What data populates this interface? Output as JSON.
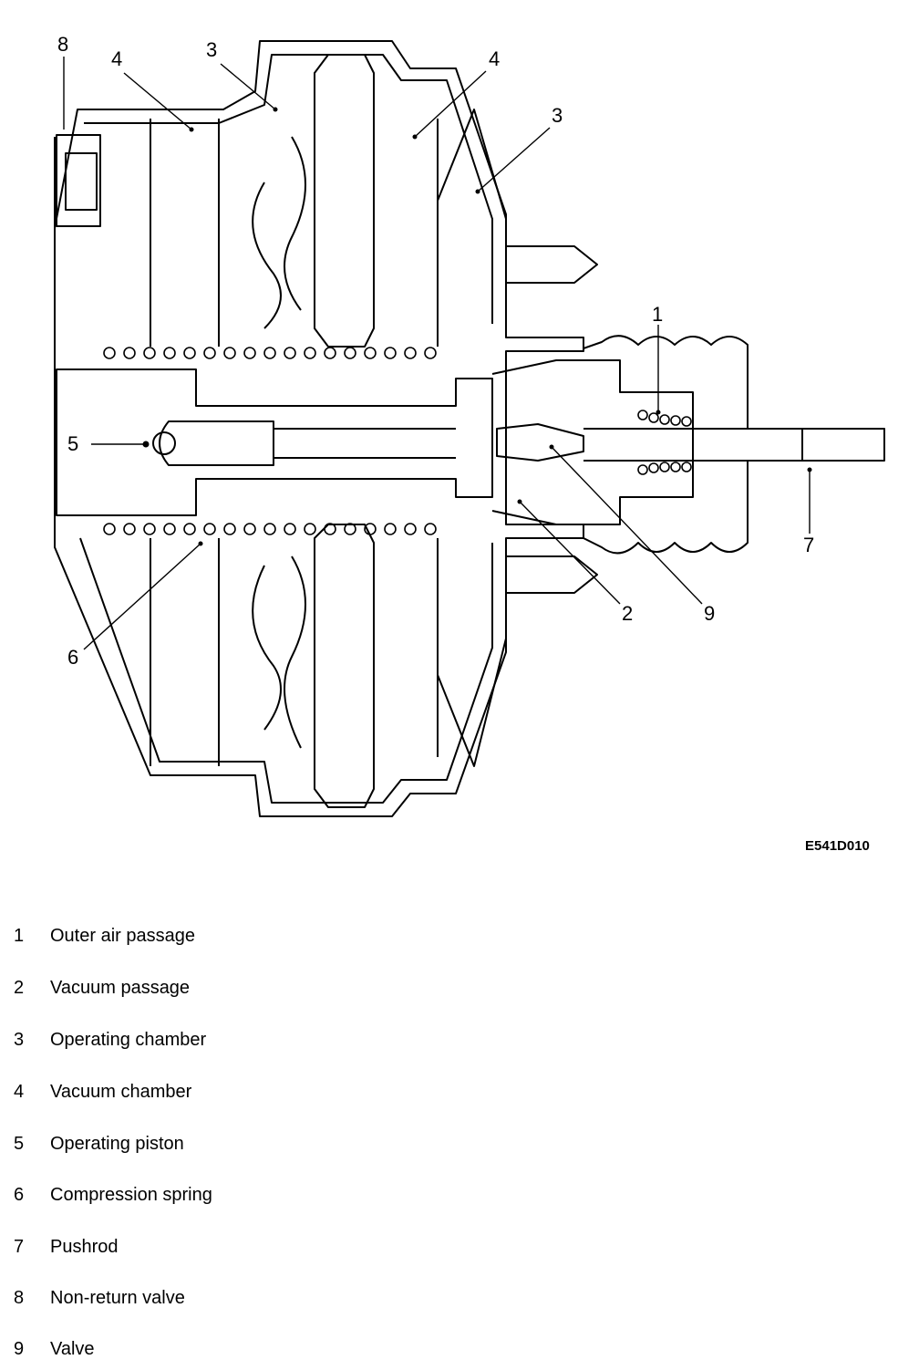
{
  "figure_id": "E541D010",
  "callouts": [
    "8",
    "4",
    "3",
    "4",
    "3",
    "1",
    "5",
    "2",
    "9",
    "7",
    "6"
  ],
  "legend": [
    {
      "num": "1",
      "label": "Outer air passage"
    },
    {
      "num": "2",
      "label": "Vacuum passage"
    },
    {
      "num": "3",
      "label": "Operating chamber"
    },
    {
      "num": "4",
      "label": "Vacuum chamber"
    },
    {
      "num": "5",
      "label": "Operating piston"
    },
    {
      "num": "6",
      "label": "Compression spring"
    },
    {
      "num": "7",
      "label": "Pushrod"
    },
    {
      "num": "8",
      "label": "Non-return valve"
    },
    {
      "num": "9",
      "label": "Valve"
    }
  ]
}
